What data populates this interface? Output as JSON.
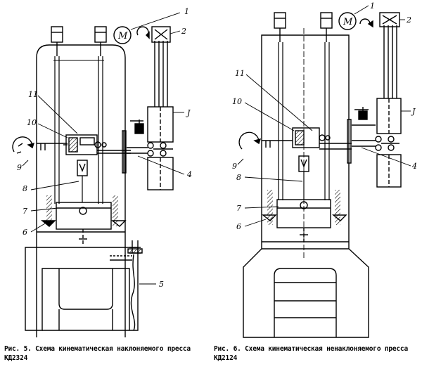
{
  "figure_left": {
    "caption_line1": "Рис. 5. Схема кинематическая наклоняемого пресса",
    "caption_line2": "КД2324",
    "motor_letter": "M",
    "callouts": [
      "1",
      "2",
      "J",
      "4",
      "5",
      "6",
      "7",
      "8",
      "9",
      "10",
      "11"
    ]
  },
  "figure_right": {
    "caption_line1": "Рис. 6. Схема кинематическая ненаклоняемого пресса",
    "caption_line2": "КД2124",
    "motor_letter": "M",
    "callouts": [
      "1",
      "2",
      "J",
      "4",
      "6",
      "7",
      "8",
      "9",
      "10",
      "11"
    ]
  }
}
